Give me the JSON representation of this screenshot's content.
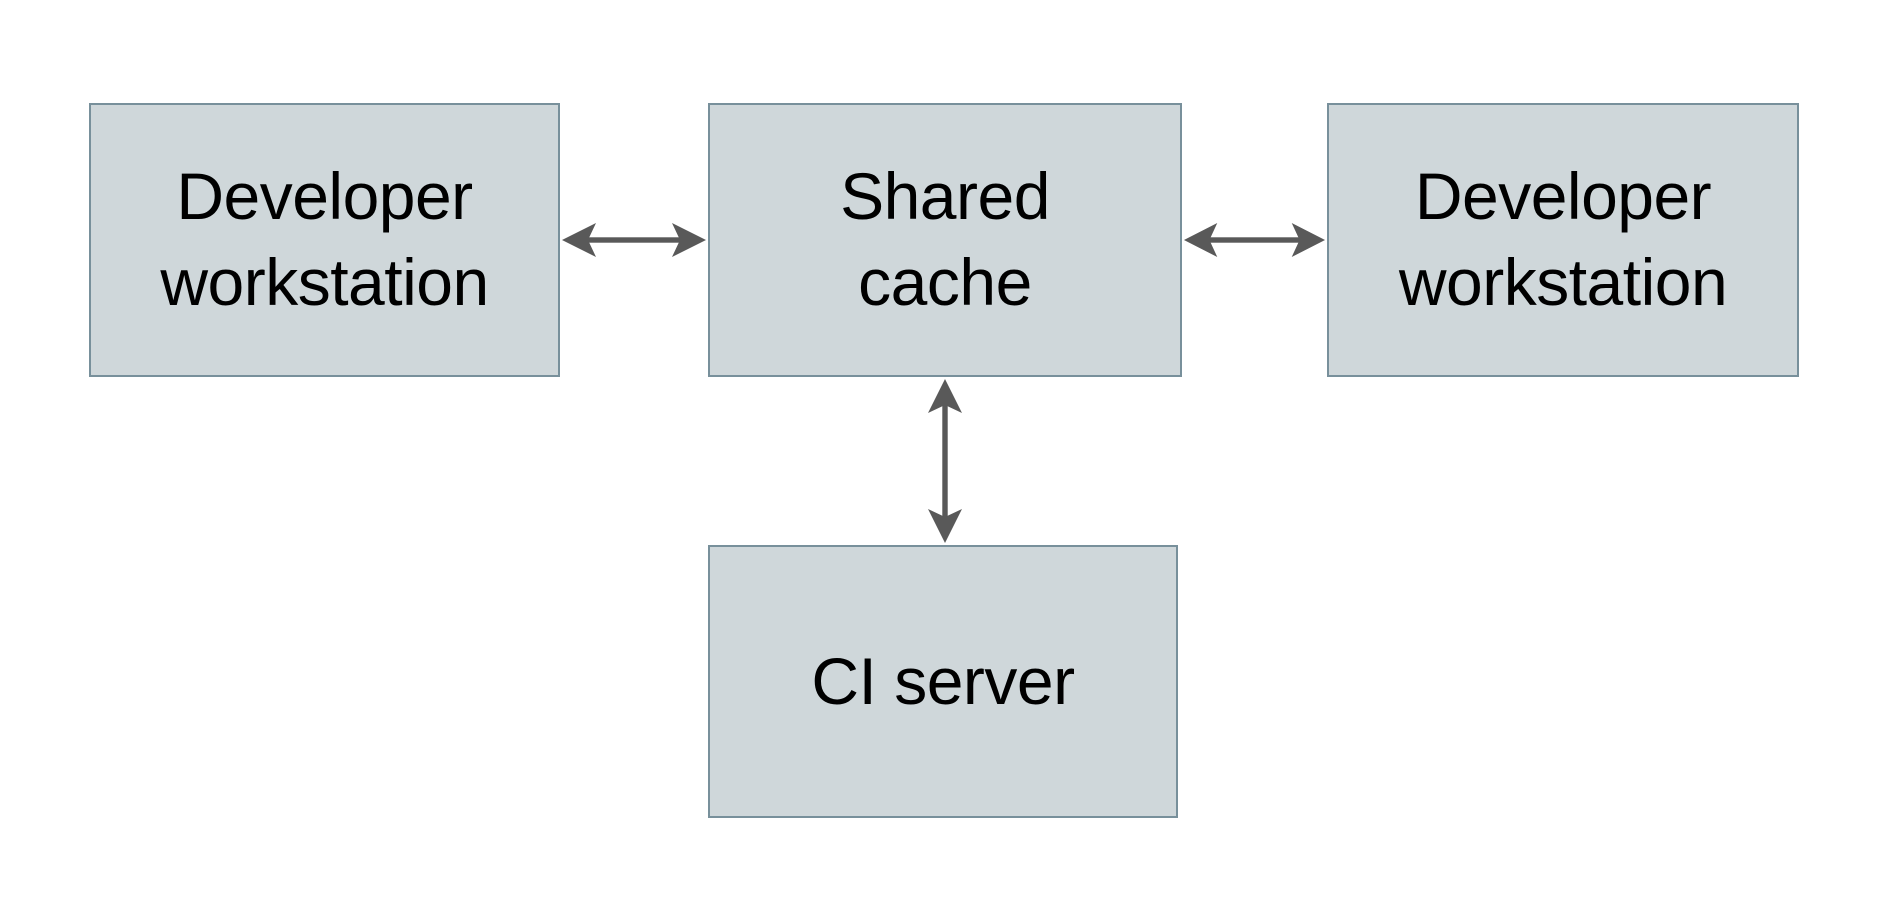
{
  "diagram": {
    "type": "architecture-diagram",
    "nodes": [
      {
        "id": "developer-workstation-left",
        "label": "Developer workstation",
        "lines": [
          "Developer",
          "workstation"
        ]
      },
      {
        "id": "shared-cache",
        "label": "Shared cache",
        "lines": [
          "Shared",
          "cache"
        ]
      },
      {
        "id": "developer-workstation-right",
        "label": "Developer workstation",
        "lines": [
          "Developer",
          "workstation"
        ]
      },
      {
        "id": "ci-server",
        "label": "CI server",
        "lines": [
          "CI server"
        ]
      }
    ],
    "edges": [
      {
        "from": "developer-workstation-left",
        "to": "shared-cache",
        "direction": "bidirectional",
        "orientation": "horizontal"
      },
      {
        "from": "shared-cache",
        "to": "developer-workstation-right",
        "direction": "bidirectional",
        "orientation": "horizontal"
      },
      {
        "from": "shared-cache",
        "to": "ci-server",
        "direction": "bidirectional",
        "orientation": "vertical"
      }
    ]
  },
  "colors": {
    "background": "#ffffff",
    "node_fill": "#cfd7da",
    "node_border": "#78909b",
    "arrow": "#595959",
    "text": "#000000"
  }
}
